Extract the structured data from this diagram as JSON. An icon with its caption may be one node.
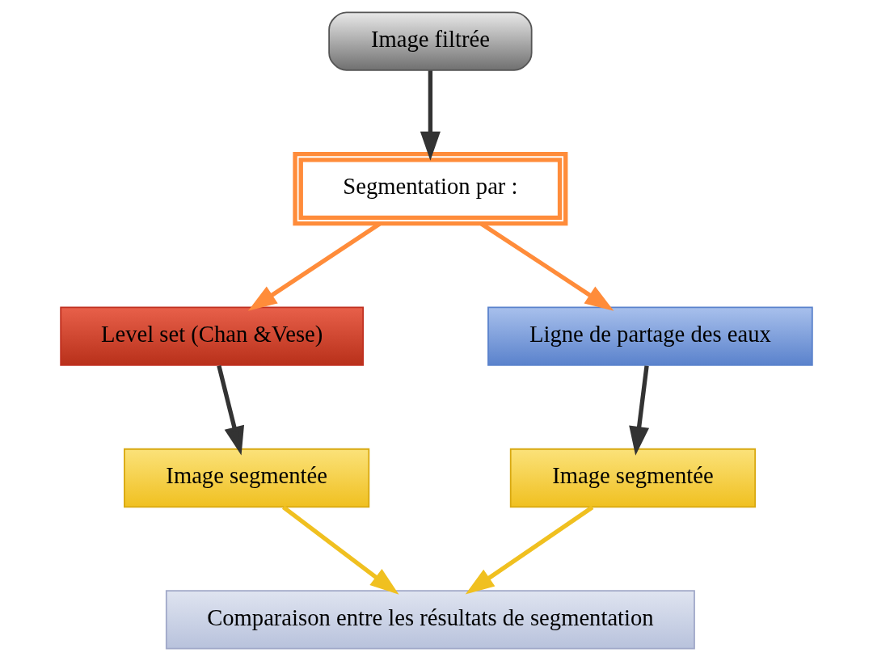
{
  "diagram": {
    "nodes": [
      {
        "text": [
          "Image filtrée"
        ]
      },
      {
        "text": [
          "Segmentation par :"
        ]
      },
      {
        "text": [
          "Level set (Chan &Vese)"
        ]
      },
      {
        "text": [
          "Ligne de partage des eaux"
        ]
      },
      {
        "text": [
          "Image segmentée"
        ]
      },
      {
        "text": [
          "Image segmentée"
        ]
      },
      {
        "text": [
          "Comparaison entre les résultats de segmentation"
        ]
      }
    ],
    "edges": [
      {
        "from": 0,
        "to": 1,
        "arrow": "to"
      },
      {
        "from": 1,
        "to": 2,
        "arrow": "to",
        "color": "#ff8c3a"
      },
      {
        "from": 1,
        "to": 3,
        "arrow": "to",
        "color": "#ff8c3a"
      },
      {
        "from": 2,
        "to": 4,
        "arrow": "to"
      },
      {
        "from": 3,
        "to": 5,
        "arrow": "to"
      },
      {
        "from": 4,
        "to": 6,
        "arrow": "to",
        "color": "#f0c020"
      },
      {
        "from": 5,
        "to": 6,
        "arrow": "to",
        "color": "#f0c020"
      }
    ]
  }
}
